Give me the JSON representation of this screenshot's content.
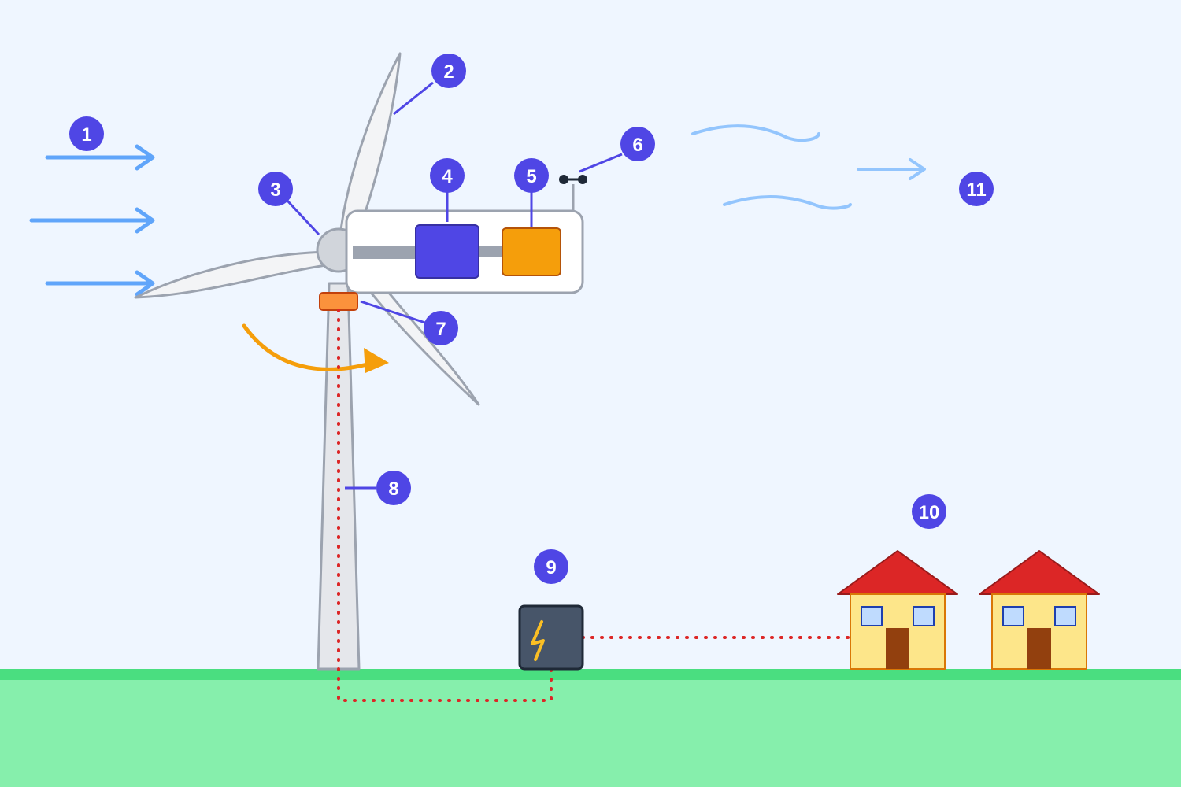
{
  "colors": {
    "sky": "#eff6ff",
    "ground": "#86efac",
    "ground_edge": "#4ade80",
    "marker": "#4f46e5",
    "wind": "#60a5fa",
    "wake": "#93c5fd",
    "gearbox": "#4f46e5",
    "generator": "#f59e0b",
    "yaw": "#fb923c",
    "cable": "#dc2626",
    "roof": "#dc2626",
    "wall": "#fde68a",
    "door": "#92400e",
    "window": "#bfdbfe",
    "transformer": "#475569",
    "rotation": "#f59e0b"
  },
  "markers": [
    {
      "id": "1",
      "label": "1"
    },
    {
      "id": "2",
      "label": "2"
    },
    {
      "id": "3",
      "label": "3"
    },
    {
      "id": "4",
      "label": "4"
    },
    {
      "id": "5",
      "label": "5"
    },
    {
      "id": "6",
      "label": "6"
    },
    {
      "id": "7",
      "label": "7"
    },
    {
      "id": "8",
      "label": "8"
    },
    {
      "id": "9",
      "label": "9"
    },
    {
      "id": "10",
      "label": "10"
    },
    {
      "id": "11",
      "label": "11"
    }
  ],
  "icons": {
    "transformer": "lightning-bolt-icon",
    "anemometer": "anemometer-icon",
    "rotation": "rotation-arrow-icon"
  }
}
